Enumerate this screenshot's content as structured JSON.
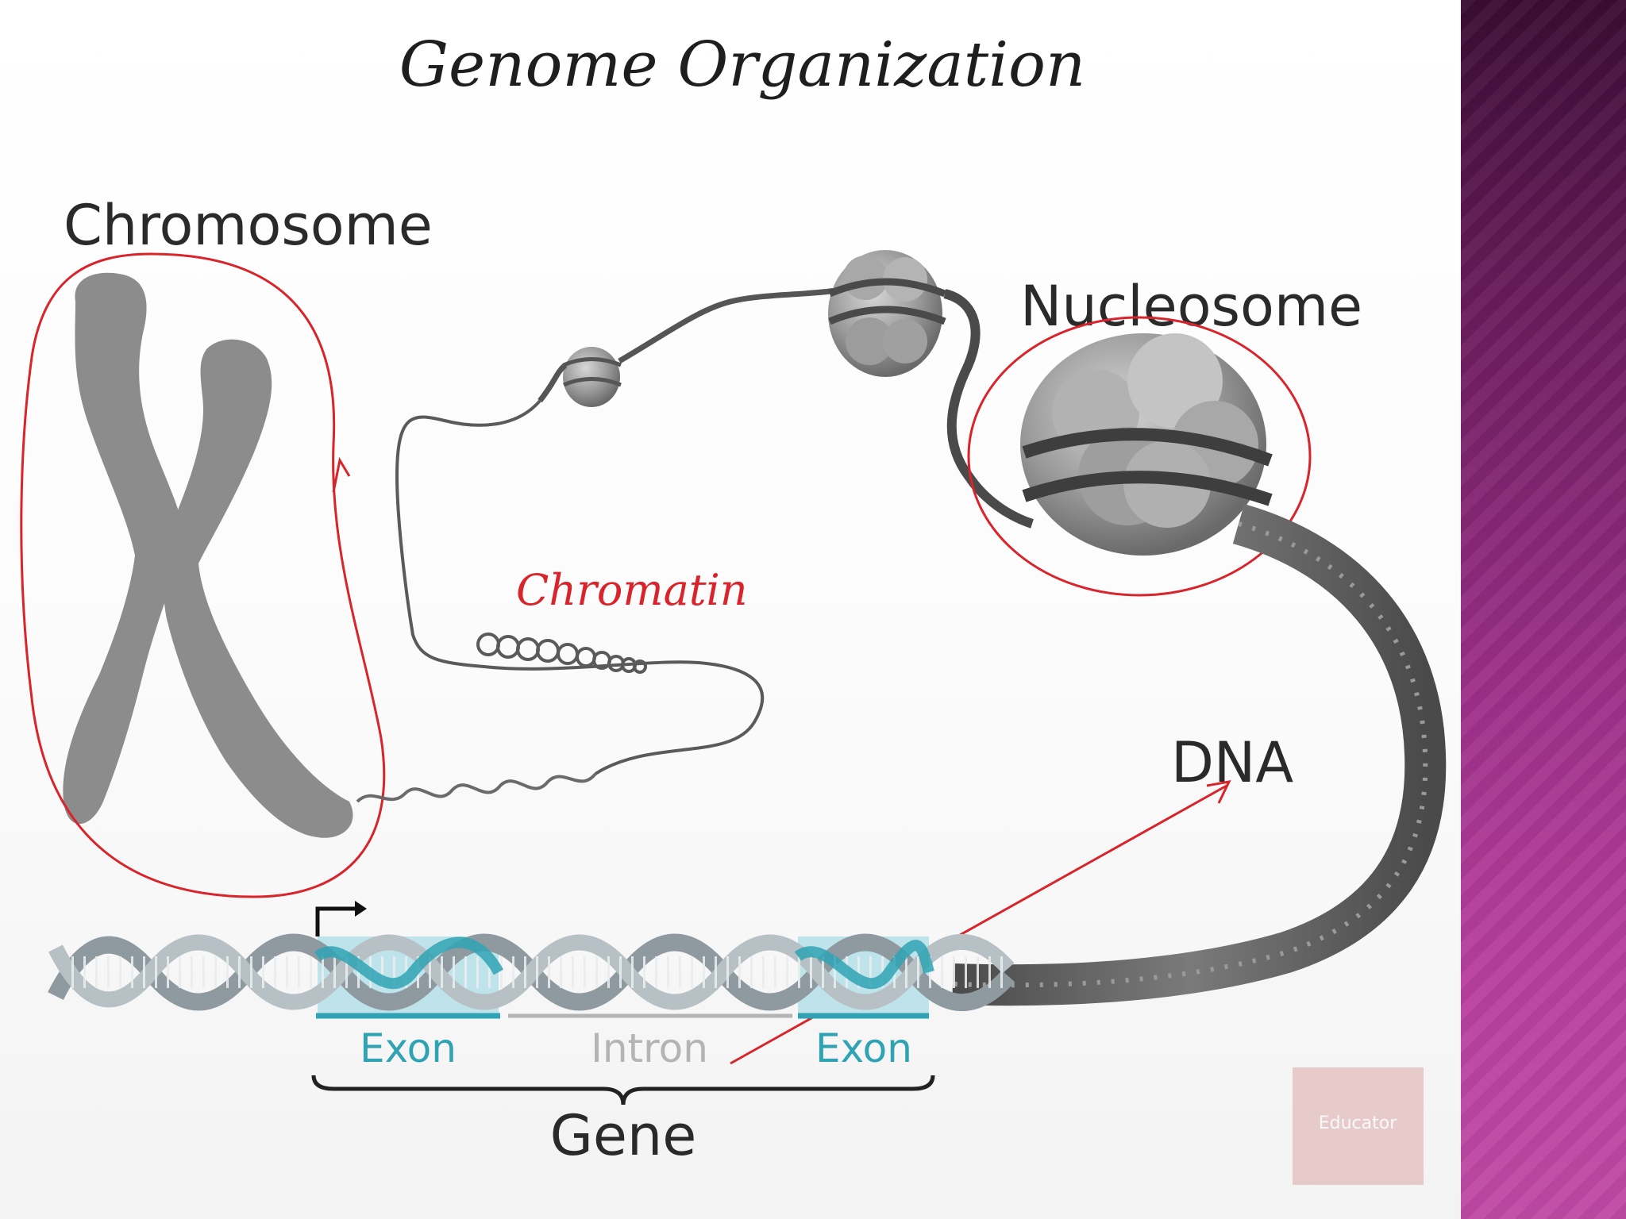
{
  "slide": {
    "title": "Genome Organization",
    "labels": {
      "chromosome": "Chromosome",
      "nucleosome": "Nucleosome",
      "dna": "DNA",
      "chromatin": "Chromatin",
      "exon_1": "Exon",
      "intron": "Intron",
      "exon_2": "Exon",
      "gene": "Gene"
    },
    "watermark": "Educator"
  },
  "colors": {
    "annotation_red": "#d8242a",
    "exon_teal": "#2fa3b4",
    "intron_gray": "#b4b4b4",
    "chromatin_gray": "#5a5a5a",
    "side_panel": "#9b2f88"
  }
}
